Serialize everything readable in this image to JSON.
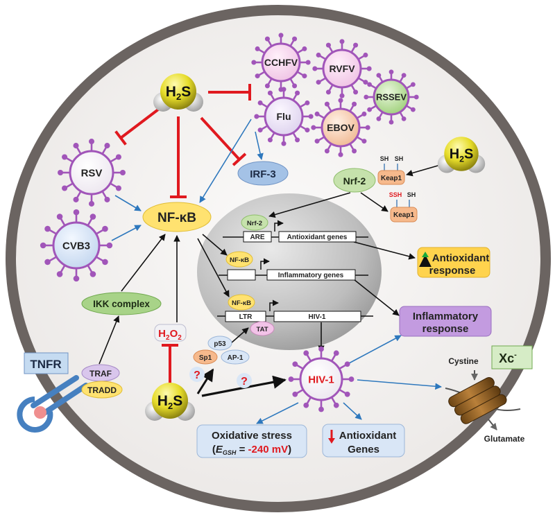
{
  "h2s": {
    "base": "H",
    "sub": "2",
    "tail": "S"
  },
  "viruses": {
    "cchfv": "CCHFV",
    "rvfv": "RVFV",
    "rssev": "RSSEV",
    "flu": "Flu",
    "ebov": "EBOV",
    "rsv": "RSV",
    "cvb3": "CVB3",
    "hiv1": "HIV-1"
  },
  "labels": {
    "irf3": "IRF-3",
    "nfkb": "NF-κB",
    "nfkb_small": "NF-κB",
    "nrf2": "Nrf-2",
    "keap1": "Keap1",
    "sh": "SH",
    "ssh": "SSH",
    "ikk": "IKK complex",
    "tnfr": "TNFR",
    "traf": "TRAF",
    "tradd": "TRADD",
    "h2o2_base": "H",
    "h2o2_sub": "2",
    "h2o2_o": "O",
    "sp1": "Sp1",
    "p53": "p53",
    "ap1": "AP-1",
    "tat": "TAT",
    "question": "?",
    "xc_base": "Xc",
    "xc_sup": "-",
    "cystine": "Cystine",
    "glutamate": "Glutamate"
  },
  "genes": {
    "are": "ARE",
    "antioxidant_genes": "Antioxidant genes",
    "inflammatory_genes": "Inflammatory genes",
    "ltr": "LTR",
    "hiv1_gene": "HIV-1"
  },
  "outcomes": {
    "antioxidant_response_l1": "Antioxidant",
    "antioxidant_response_l2": "response",
    "inflammatory_response_l1": "Inflammatory",
    "inflammatory_response_l2": "response",
    "oxidative_l1": "Oxidative stress",
    "oxidative_open": "(",
    "oxidative_e": "E",
    "oxidative_sub": "GSH",
    "oxidative_eq": " = ",
    "oxidative_value": "-240 mV",
    "oxidative_close": ")",
    "antioxidant_genes_l1": "Antioxidant",
    "antioxidant_genes_l2": "Genes"
  },
  "colors": {
    "inhibit": "#e0191f",
    "activate_blue": "#2e78bd",
    "membrane": "#6b6461",
    "cytoplasm": "#f2f0ef",
    "virus_spikes": "#a155b9",
    "red_text": "#e0191f"
  }
}
